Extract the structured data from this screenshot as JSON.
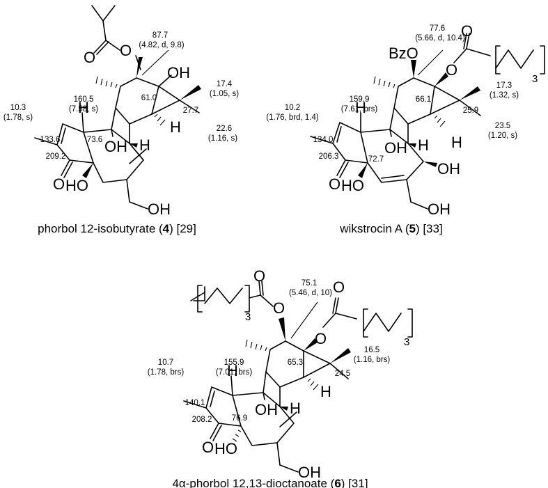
{
  "compounds": [
    {
      "caption": {
        "name": "phorbol 12-isobutyrate (",
        "num": "4",
        "ref": ") [29]"
      },
      "shifts": [
        {
          "a": "87.7",
          "b": "(4.82, d, 9.8)"
        },
        {
          "a": "17.4",
          "b": "(1.05, s)"
        },
        {
          "a": "160.5",
          "b": "(7.58, s)"
        },
        {
          "a": "10.3",
          "b": "(1.78, s)"
        },
        {
          "a": "61.0"
        },
        {
          "a": "27.7"
        },
        {
          "a": "22.6",
          "b": "(1.16, s)"
        },
        {
          "a": "133.6"
        },
        {
          "a": "73.6"
        },
        {
          "a": "209.2"
        }
      ],
      "atoms": {
        "o_ester": "O",
        "o_carbonyl": "O",
        "oh13": "OH",
        "h1": "H",
        "h8": "H",
        "oh9": "OH",
        "o3": "O",
        "ho4": "HO",
        "oh20": "OH",
        "h14": "H"
      }
    },
    {
      "caption": {
        "name": "wikstrocin A (",
        "num": "5",
        "ref": ") [33]"
      },
      "shifts": [
        {
          "a": "77.6",
          "b": "(5.66, d, 10.4)"
        },
        {
          "a": "17.3",
          "b": "(1.32, s)"
        },
        {
          "a": "159.9",
          "b": "(7.61, brs)"
        },
        {
          "a": "10.2",
          "b": "(1.76, brd, 1.4)"
        },
        {
          "a": "66.1"
        },
        {
          "a": "25.9"
        },
        {
          "a": "23.5",
          "b": "(1.20, s)"
        },
        {
          "a": "134.0"
        },
        {
          "a": "72.7"
        },
        {
          "a": "206.3"
        }
      ],
      "atoms": {
        "bzo": "BzO",
        "o_ester": "O",
        "o_carbonyl": "O",
        "rep": "3",
        "h1": "H",
        "h8": "H",
        "oh9": "OH",
        "o3": "O",
        "ho4": "HO",
        "oh7": "OH",
        "oh20": "OH",
        "h14": "H"
      }
    },
    {
      "caption": {
        "name": "4α-phorbol 12,13-dioctanoate (",
        "num": "6",
        "ref": ") [31]"
      },
      "shifts": [
        {
          "a": "75.1",
          "b": "(5.46, d, 10)"
        },
        {
          "a": "16.5",
          "b": "(1.16, brs)"
        },
        {
          "a": "155.9",
          "b": "(7.01, brs)"
        },
        {
          "a": "10.7",
          "b": "(1.78, brs)"
        },
        {
          "a": "65.3"
        },
        {
          "a": "24.5"
        },
        {
          "a": "140.1"
        },
        {
          "a": "76.9"
        },
        {
          "a": "208.2"
        }
      ],
      "atoms": {
        "o12": "O",
        "o12c": "O",
        "rep12": "3",
        "o13": "O",
        "o13c": "O",
        "rep13": "3",
        "h1": "H",
        "h8": "H",
        "oh9": "OH",
        "o3": "O",
        "ho4": "HO",
        "oh20": "OH",
        "h14": "H"
      }
    }
  ]
}
